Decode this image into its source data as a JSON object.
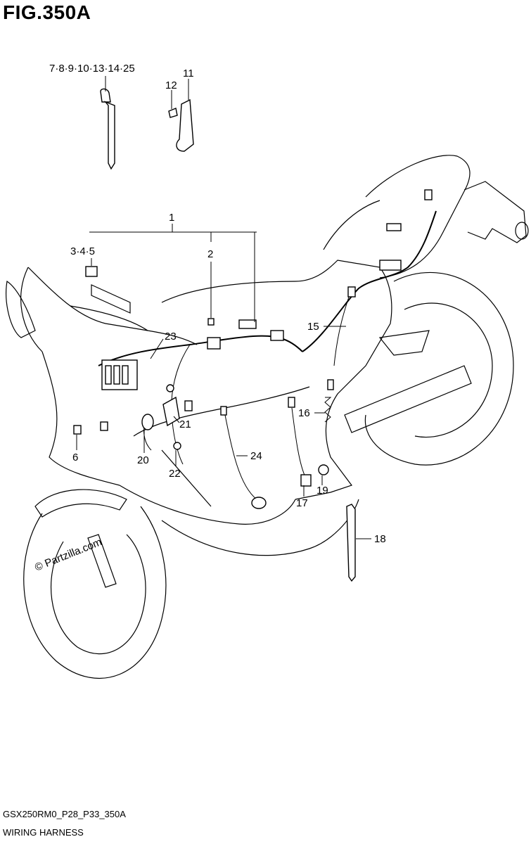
{
  "figure": {
    "title": "FIG.350A",
    "code": "GSX250RM0_P28_P33_350A",
    "name": "WIRING HARNESS",
    "watermark": "© Partzilla.com"
  },
  "callouts": {
    "c7": "7·8·9·10·13·14·25",
    "c11": "11",
    "c12": "12",
    "c1": "1",
    "c2": "2",
    "c345": "3·4·5",
    "c6": "6",
    "c15": "15",
    "c16": "16",
    "c17": "17",
    "c18": "18",
    "c19": "19",
    "c20": "20",
    "c21": "21",
    "c22": "22",
    "c23": "23",
    "c24": "24"
  }
}
